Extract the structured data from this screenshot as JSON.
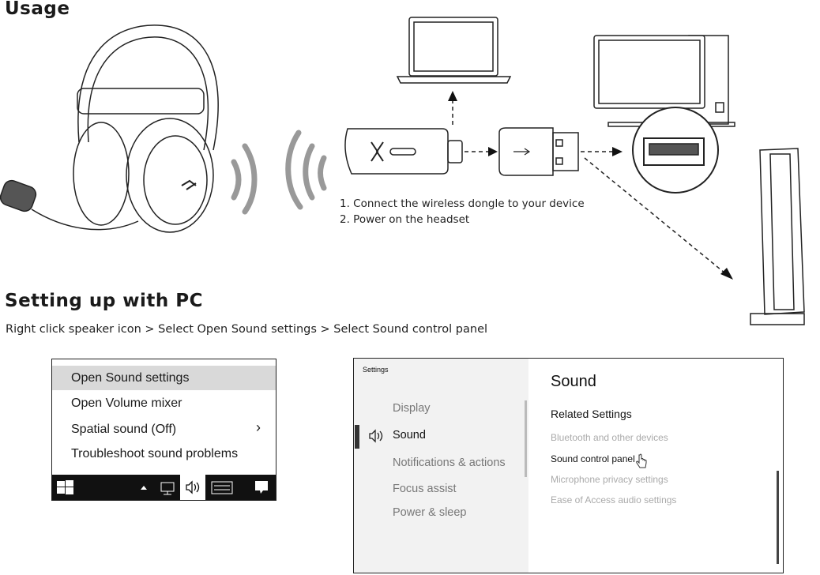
{
  "usage": {
    "title": "Usage",
    "steps": [
      "1. Connect the wireless dongle to your device",
      "2. Power on the headset"
    ]
  },
  "pc": {
    "title": "Setting up with PC",
    "instruction": "Right click speaker icon > Select Open Sound settings > Select Sound control panel"
  },
  "context_menu": {
    "items": [
      "Open Sound settings",
      "Open Volume mixer",
      "Spatial sound (Off)",
      "Troubleshoot sound problems"
    ]
  },
  "settings": {
    "window_title": "Settings",
    "nav": [
      "Display",
      "Sound",
      "Notifications & actions",
      "Focus assist",
      "Power & sleep"
    ],
    "page_title": "Sound",
    "related_heading": "Related Settings",
    "related": [
      "Bluetooth and other devices",
      "Sound control panel",
      "Microphone privacy settings",
      "Ease of Access audio settings"
    ]
  }
}
